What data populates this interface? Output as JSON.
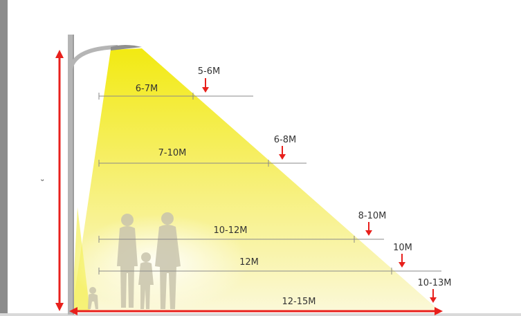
{
  "colors": {
    "light": "#f4ee1e",
    "pole": "#b3b3b3",
    "arrow": "#e8201c",
    "line": "#8a8a8a",
    "silhouette": "#c7c2ae",
    "frame": "#888888"
  },
  "icons": {
    "lamp": "street-lamp-icon",
    "arrow": "down-arrow-icon"
  },
  "side_mark": "˘",
  "rows": [
    {
      "width_label": "6-7M",
      "height_label": "5-6M"
    },
    {
      "width_label": "7-10M",
      "height_label": "6-8M"
    },
    {
      "width_label": "10-12M",
      "height_label": "8-10M"
    },
    {
      "width_label": "12M",
      "height_label": "10M"
    }
  ],
  "bottom": {
    "height_label": "10-13M",
    "span_label": "12-15M"
  }
}
